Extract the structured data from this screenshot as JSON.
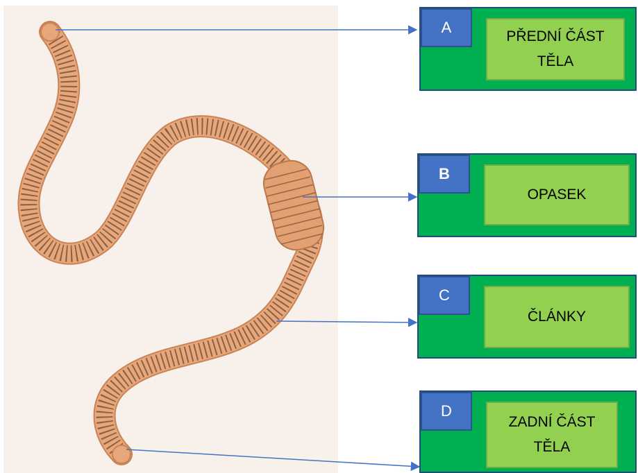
{
  "labels": [
    {
      "letter": "A",
      "text": "PŘEDNÍ ČÁST TĚLA"
    },
    {
      "letter": "B",
      "text": "OPASEK"
    },
    {
      "letter": "C",
      "text": "ČLÁNKY"
    },
    {
      "letter": "D",
      "text": "ZADNÍ ČÁST TĚLA"
    }
  ],
  "colors": {
    "box_fill": "#00b050",
    "letter_fill": "#4472c4",
    "text_fill": "#92d050",
    "arrow": "#4472c4",
    "worm": "#e8a77a",
    "segments": "#6b4a34",
    "photo_background": "#f7f0eb"
  }
}
